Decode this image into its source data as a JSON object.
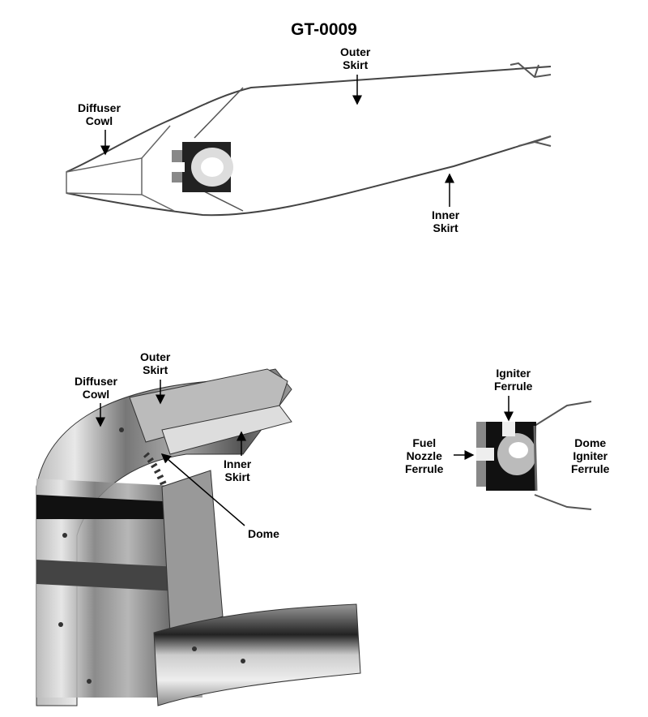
{
  "title": "GT-0009",
  "top_view": {
    "outer_skirt": [
      "Outer",
      "Skirt"
    ],
    "diffuser_cowl": [
      "Diffuser",
      "Cowl"
    ],
    "inner_skirt": [
      "Inner",
      "Skirt"
    ]
  },
  "iso_view": {
    "outer_skirt": [
      "Outer",
      "Skirt"
    ],
    "diffuser_cowl": [
      "Diffuser",
      "Cowl"
    ],
    "inner_skirt": [
      "Inner",
      "Skirt"
    ],
    "dome": "Dome"
  },
  "detail_view": {
    "igniter_ferrule": [
      "Igniter",
      "Ferrule"
    ],
    "fuel_nozzle_ferrule": [
      "Fuel",
      "Nozzle",
      "Ferrule"
    ],
    "dome_igniter_ferrule": [
      "Dome",
      "Igniter",
      "Ferrule"
    ]
  }
}
